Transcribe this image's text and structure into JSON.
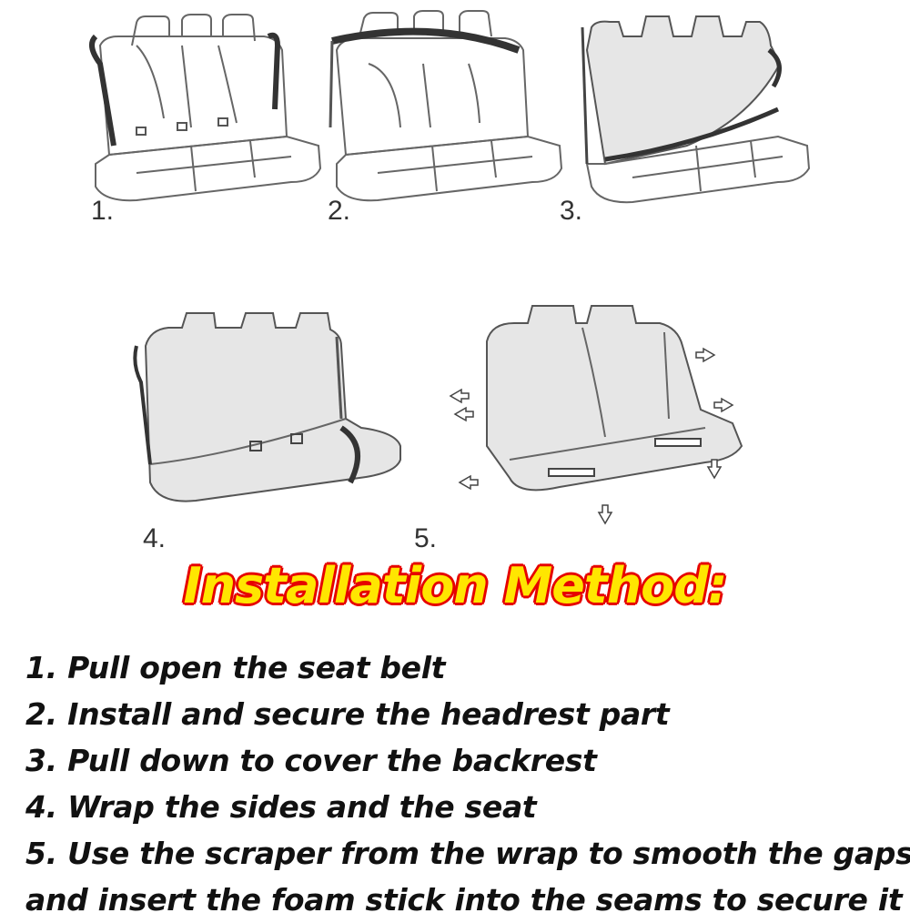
{
  "figure": {
    "step_numbers": [
      "1.",
      "2.",
      "3.",
      "4.",
      "5."
    ],
    "icons": [
      "seat-belt-open",
      "headrest-cover",
      "backrest-cover",
      "side-wrap",
      "foam-stick-insert"
    ]
  },
  "title": "Installation Method:",
  "steps": [
    "1. Pull open the seat belt",
    "2. Install and secure the headrest part",
    "3. Pull down to cover the backrest",
    "4. Wrap the sides and the seat",
    "5. Use the scraper from the wrap to smooth the gaps,",
    "and insert the foam stick into the seams to secure it"
  ],
  "colors": {
    "title_fill": "#ffe600",
    "title_outline": "#e60000",
    "line": "#555555",
    "cover_fill": "#e6e6e6"
  }
}
